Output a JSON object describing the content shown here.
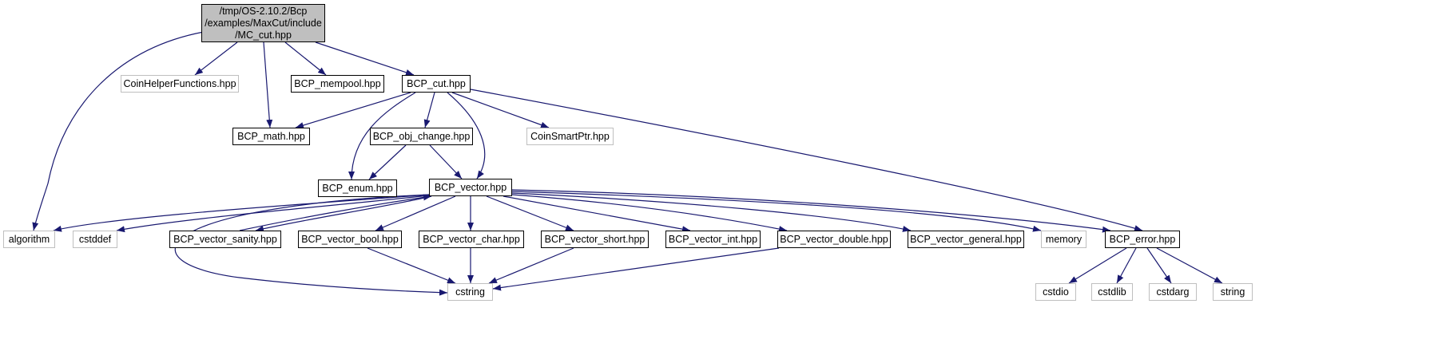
{
  "colors": {
    "edge": "#191970",
    "local_border": "#000000",
    "external_border": "#bfbfbf",
    "root_fill": "#bfbfbf"
  },
  "nodes": [
    {
      "id": "root",
      "lines": [
        "/tmp/OS-2.10.2/Bcp",
        "/examples/MaxCut/include",
        "/MC_cut.hpp"
      ],
      "kind": "root"
    },
    {
      "id": "algorithm",
      "label": "algorithm",
      "kind": "external"
    },
    {
      "id": "coinhelper",
      "label": "CoinHelperFunctions.hpp",
      "kind": "external"
    },
    {
      "id": "bcp_math",
      "label": "BCP_math.hpp",
      "kind": "local"
    },
    {
      "id": "bcp_mempool",
      "label": "BCP_mempool.hpp",
      "kind": "local"
    },
    {
      "id": "bcp_cut",
      "label": "BCP_cut.hpp",
      "kind": "local"
    },
    {
      "id": "bcp_obj_change",
      "label": "BCP_obj_change.hpp",
      "kind": "local"
    },
    {
      "id": "coinsmartptr",
      "label": "CoinSmartPtr.hpp",
      "kind": "external"
    },
    {
      "id": "bcp_enum",
      "label": "BCP_enum.hpp",
      "kind": "local"
    },
    {
      "id": "bcp_vector",
      "label": "BCP_vector.hpp",
      "kind": "local"
    },
    {
      "id": "bcp_error",
      "label": "BCP_error.hpp",
      "kind": "local"
    },
    {
      "id": "cstddef",
      "label": "cstddef",
      "kind": "external"
    },
    {
      "id": "bcp_vector_sanity",
      "label": "BCP_vector_sanity.hpp",
      "kind": "local"
    },
    {
      "id": "bcp_vector_bool",
      "label": "BCP_vector_bool.hpp",
      "kind": "local"
    },
    {
      "id": "bcp_vector_char",
      "label": "BCP_vector_char.hpp",
      "kind": "local"
    },
    {
      "id": "bcp_vector_short",
      "label": "BCP_vector_short.hpp",
      "kind": "local"
    },
    {
      "id": "bcp_vector_int",
      "label": "BCP_vector_int.hpp",
      "kind": "local"
    },
    {
      "id": "bcp_vector_double",
      "label": "BCP_vector_double.hpp",
      "kind": "local"
    },
    {
      "id": "bcp_vector_general",
      "label": "BCP_vector_general.hpp",
      "kind": "local"
    },
    {
      "id": "memory",
      "label": "memory",
      "kind": "external"
    },
    {
      "id": "cstring",
      "label": "cstring",
      "kind": "external"
    },
    {
      "id": "cstdio",
      "label": "cstdio",
      "kind": "external"
    },
    {
      "id": "cstdlib",
      "label": "cstdlib",
      "kind": "external"
    },
    {
      "id": "cstdarg",
      "label": "cstdarg",
      "kind": "external"
    },
    {
      "id": "string",
      "label": "string",
      "kind": "external"
    }
  ],
  "edges": [
    [
      "root",
      "algorithm"
    ],
    [
      "root",
      "coinhelper"
    ],
    [
      "root",
      "bcp_math"
    ],
    [
      "root",
      "bcp_mempool"
    ],
    [
      "root",
      "bcp_cut"
    ],
    [
      "bcp_cut",
      "bcp_math"
    ],
    [
      "bcp_cut",
      "bcp_obj_change"
    ],
    [
      "bcp_cut",
      "coinsmartptr"
    ],
    [
      "bcp_cut",
      "bcp_enum"
    ],
    [
      "bcp_cut",
      "bcp_vector"
    ],
    [
      "bcp_cut",
      "bcp_error"
    ],
    [
      "bcp_obj_change",
      "bcp_enum"
    ],
    [
      "bcp_obj_change",
      "bcp_vector"
    ],
    [
      "bcp_vector",
      "algorithm"
    ],
    [
      "bcp_vector",
      "cstddef"
    ],
    [
      "bcp_vector",
      "bcp_vector_sanity"
    ],
    [
      "bcp_vector_sanity",
      "bcp_vector"
    ],
    [
      "bcp_vector",
      "bcp_vector_bool"
    ],
    [
      "bcp_vector",
      "bcp_vector_char"
    ],
    [
      "bcp_vector",
      "bcp_vector_short"
    ],
    [
      "bcp_vector",
      "bcp_vector_int"
    ],
    [
      "bcp_vector",
      "bcp_vector_double"
    ],
    [
      "bcp_vector",
      "bcp_vector_general"
    ],
    [
      "bcp_vector",
      "memory"
    ],
    [
      "bcp_vector",
      "bcp_error"
    ],
    [
      "bcp_vector",
      "cstring"
    ],
    [
      "bcp_vector_bool",
      "cstring"
    ],
    [
      "bcp_vector_char",
      "cstring"
    ],
    [
      "bcp_vector_short",
      "cstring"
    ],
    [
      "bcp_vector_double",
      "cstring"
    ],
    [
      "bcp_error",
      "cstdio"
    ],
    [
      "bcp_error",
      "cstdlib"
    ],
    [
      "bcp_error",
      "cstdarg"
    ],
    [
      "bcp_error",
      "string"
    ]
  ]
}
